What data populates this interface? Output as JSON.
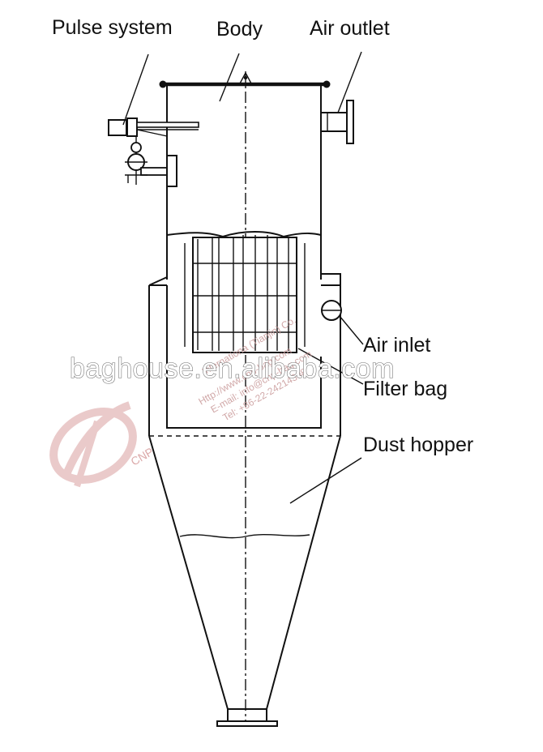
{
  "labels": {
    "pulse_system": "Pulse system",
    "body": "Body",
    "air_outlet": "Air outlet",
    "air_inlet": "Air inlet",
    "filter_bag": "Filter bag",
    "dust_hopper": "Dust hopper"
  },
  "watermark": {
    "site": "baghouse.en.alibaba.com",
    "company": "CNP",
    "lines": [
      "Internationa (Tianjin) Co.",
      "Http://www.cnp-bag.com",
      "E-mail: info@cnp-bag.com",
      "Tel: +86-22-24214308"
    ]
  }
}
